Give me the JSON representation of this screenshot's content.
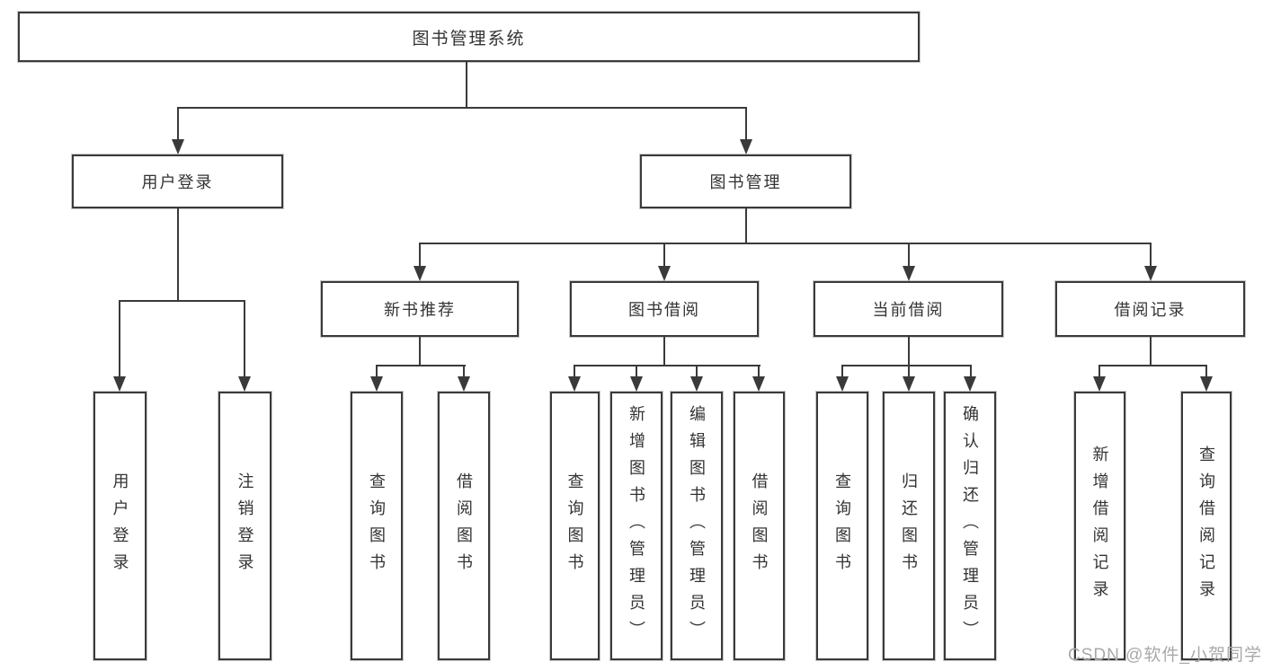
{
  "diagram": {
    "root": {
      "label": "图书管理系统"
    },
    "level2": [
      {
        "id": "user-login",
        "label": "用户登录"
      },
      {
        "id": "book-management",
        "label": "图书管理"
      }
    ],
    "level3": [
      {
        "id": "new-book-recommendation",
        "label": "新书推荐",
        "parent": "图书管理"
      },
      {
        "id": "book-borrowing",
        "label": "图书借阅",
        "parent": "图书管理"
      },
      {
        "id": "current-borrowing",
        "label": "当前借阅",
        "parent": "图书管理"
      },
      {
        "id": "borrowing-records",
        "label": "借阅记录",
        "parent": "图书管理"
      }
    ],
    "leaves": [
      {
        "label": "用户登录",
        "parent": "用户登录"
      },
      {
        "label": "注销登录",
        "parent": "用户登录"
      },
      {
        "label": "查询图书",
        "parent": "新书推荐"
      },
      {
        "label": "借阅图书",
        "parent": "新书推荐"
      },
      {
        "label": "查询图书",
        "parent": "图书借阅"
      },
      {
        "label": "新增图书（管理员）",
        "parent": "图书借阅"
      },
      {
        "label": "编辑图书（管理员）",
        "parent": "图书借阅"
      },
      {
        "label": "借阅图书",
        "parent": "图书借阅"
      },
      {
        "label": "查询图书",
        "parent": "当前借阅"
      },
      {
        "label": "归还图书",
        "parent": "当前借阅"
      },
      {
        "label": "确认归还（管理员）",
        "parent": "当前借阅"
      },
      {
        "label": "新增借阅记录",
        "parent": "借阅记录"
      },
      {
        "label": "查询借阅记录",
        "parent": "借阅记录"
      }
    ]
  },
  "colors": {
    "line": "#3a3a3a",
    "text": "#333333",
    "background": "#ffffff",
    "watermark": "#a9a9a9"
  },
  "watermark": {
    "text": "CSDN @软件_小贺同学"
  }
}
